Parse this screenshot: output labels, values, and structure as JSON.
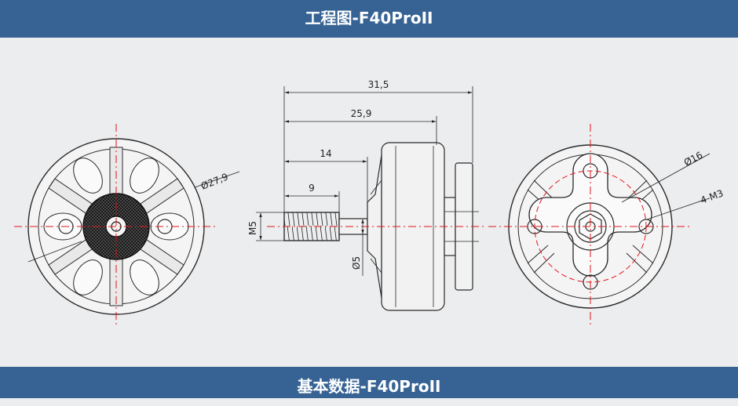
{
  "header": {
    "title": "工程图-F40ProII"
  },
  "footer": {
    "title": "基本数据-F40ProII"
  },
  "dimensions": {
    "total_length": "31,5",
    "body_length": "25,9",
    "shaft_length": "14",
    "thread_length": "9",
    "thread_size": "M5",
    "shaft_diameter": "Ø5",
    "stator_diameter": "Ø27,9",
    "mount_circle": "Ø16",
    "mount_holes": "4-M3"
  },
  "colors": {
    "banner": "#366394",
    "background": "#ecedee",
    "centerline": "#e0161d",
    "outline": "#2a2a2a"
  }
}
